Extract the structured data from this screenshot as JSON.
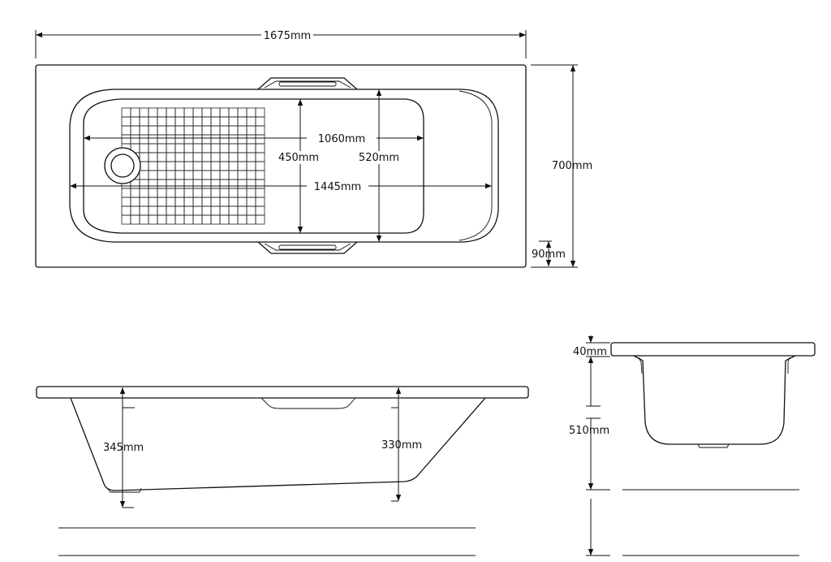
{
  "plan_view": {
    "overall_length": "1675mm",
    "overall_width": "700mm",
    "inner_length": "1445mm",
    "floor_length": "1060mm",
    "floor_width": "450mm",
    "inner_width": "520mm",
    "rim_width": "90mm"
  },
  "side_view": {
    "depth_left": "345mm",
    "depth_right": "330mm"
  },
  "end_view": {
    "rim_thickness": "40mm",
    "overall_height": "510mm"
  }
}
